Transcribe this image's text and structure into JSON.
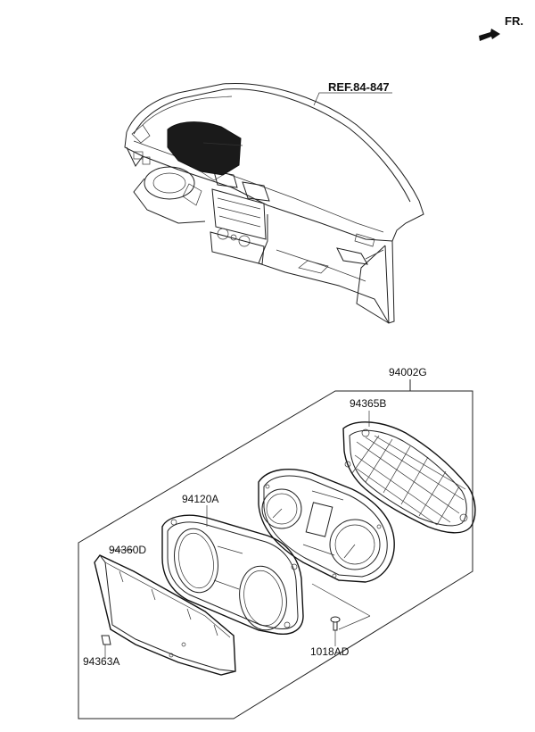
{
  "direction": {
    "label": "FR.",
    "arrow_icon": "arrow-right-icon"
  },
  "ref_label": "REF.84-847",
  "parts": {
    "assembly": "94002G",
    "rear_case": "94365B",
    "front_glass_case": "94120A",
    "window_cover": "94360D",
    "clip": "94363A",
    "screw": "1018AD"
  },
  "colors": {
    "ink": "#111111",
    "fill_dark": "#1a1a1a"
  }
}
